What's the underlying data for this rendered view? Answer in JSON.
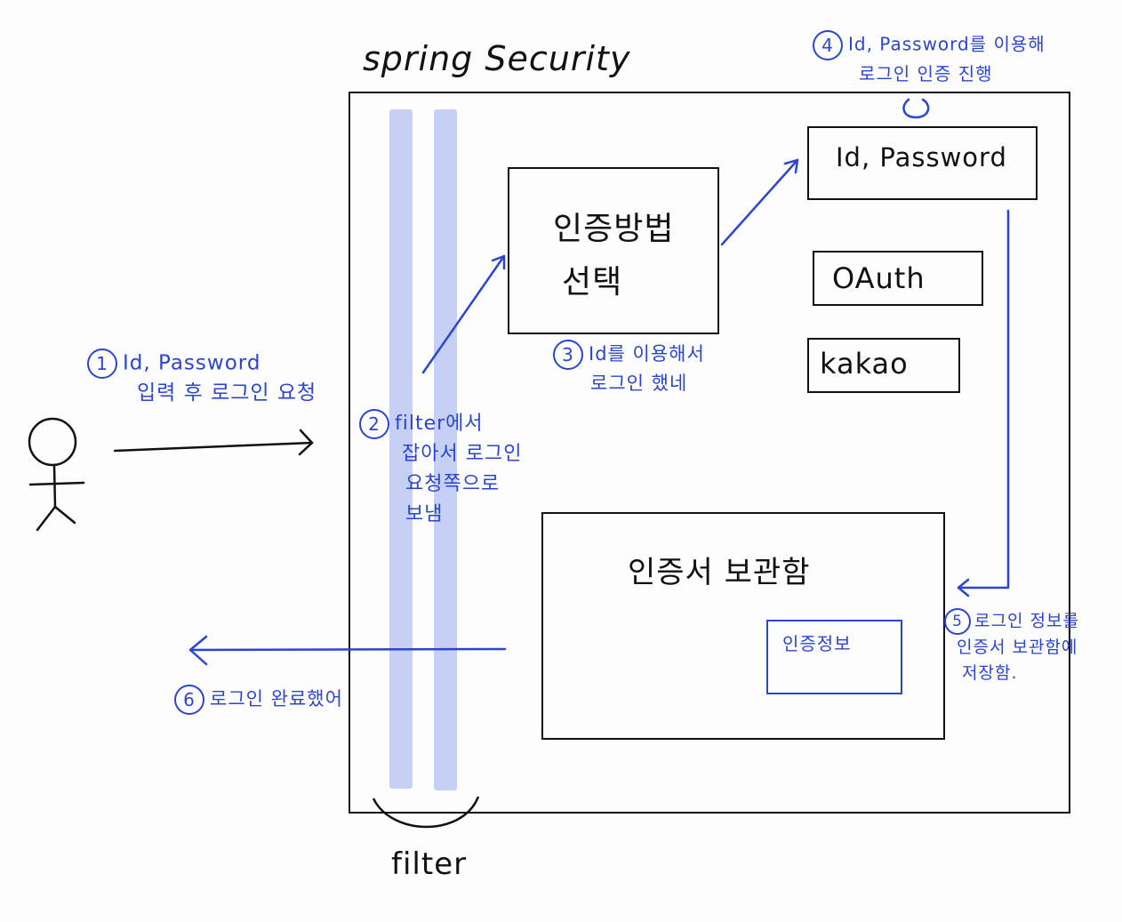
{
  "title": "spring Security",
  "filter_label": "filter",
  "boxes": {
    "auth_method": [
      "인증방법",
      "선택"
    ],
    "id_password": "Id, Password",
    "oauth": "OAuth",
    "kakao": "kakao",
    "cert_store": "인증서 보관함",
    "auth_info": "인증정보"
  },
  "notes": {
    "step1": {
      "num": "1",
      "lines": [
        "Id, Password",
        "입력 후 로그인 요청"
      ]
    },
    "step2": {
      "num": "2",
      "lines": [
        "filter에서",
        "잡아서 로그인",
        "요청쪽으로",
        "보냄"
      ]
    },
    "step3": {
      "num": "3",
      "lines": [
        "Id를 이용해서",
        "로그인 했네"
      ]
    },
    "step4": {
      "num": "4",
      "lines": [
        "Id, Password를 이용해",
        "로그인 인증 진행"
      ]
    },
    "step5": {
      "num": "5",
      "lines": [
        "로그인 정보를",
        "인증서 보관함에",
        "저장함."
      ]
    },
    "step6": {
      "num": "6",
      "lines": [
        "로그인 완료했어"
      ]
    }
  },
  "colors": {
    "ink": "#111111",
    "annotation": "#2a45d6",
    "filter_bar": "#c6d0f5"
  }
}
